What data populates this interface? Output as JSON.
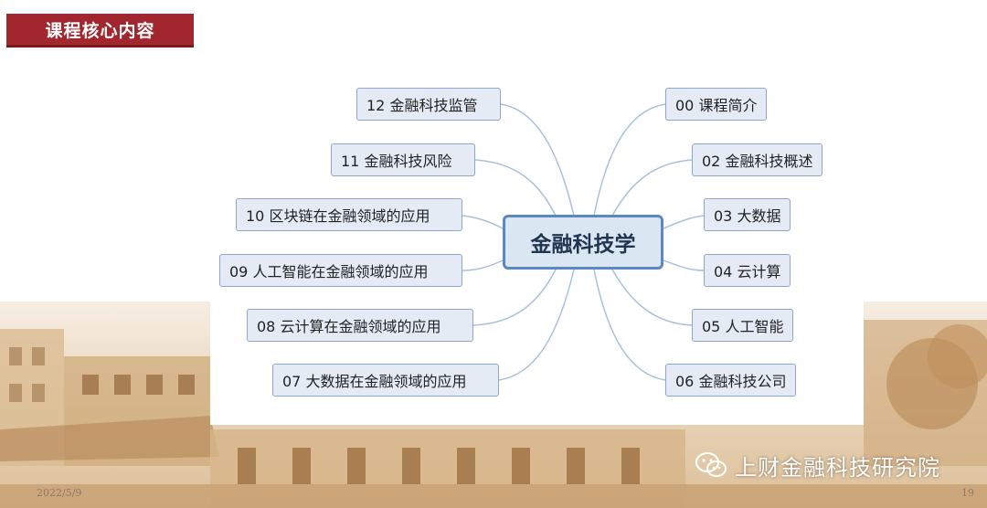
{
  "slide_title": "课程核心内容",
  "center_topic": "金融科技学",
  "right_branches": [
    "00 课程简介",
    "02 金融科技概述",
    "03 大数据",
    "04 云计算",
    "05 人工智能",
    "06 金融科技公司"
  ],
  "left_branches": [
    "12 金融科技监管",
    "11 金融科技风险",
    "10 区块链在金融领域的应用",
    "09 人工智能在金融领域的应用",
    "08 云计算在金融领域的应用",
    "07 大数据在金融领域的应用"
  ],
  "footer": {
    "date": "2022/5/9",
    "page_number": "19",
    "watermark": "上财金融科技研究院",
    "watermark_icon": "wechat-icon"
  },
  "colors": {
    "title_bg": "#a2262d",
    "node_fill": "#e4ebf4",
    "node_border": "#8ea7c8",
    "center_border": "#5a88c6",
    "connector": "#a9c0dc"
  }
}
